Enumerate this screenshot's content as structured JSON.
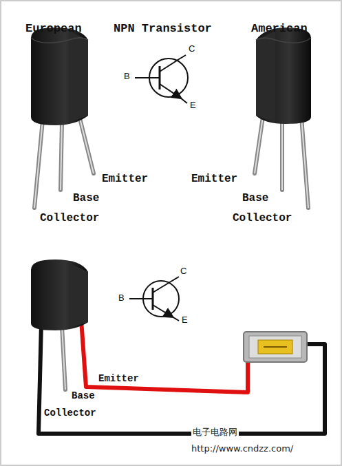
{
  "diagram": {
    "labels": [
      "European",
      "NPN Transistor",
      "American",
      "C",
      "B",
      "E",
      "Emitter",
      "Base",
      "Collector",
      "Emitter",
      "Base",
      "Collector",
      "C",
      "B",
      "E",
      "Emitter",
      "Base",
      "Collector",
      "电子电路网",
      "http://www.cndzz.com/"
    ]
  }
}
